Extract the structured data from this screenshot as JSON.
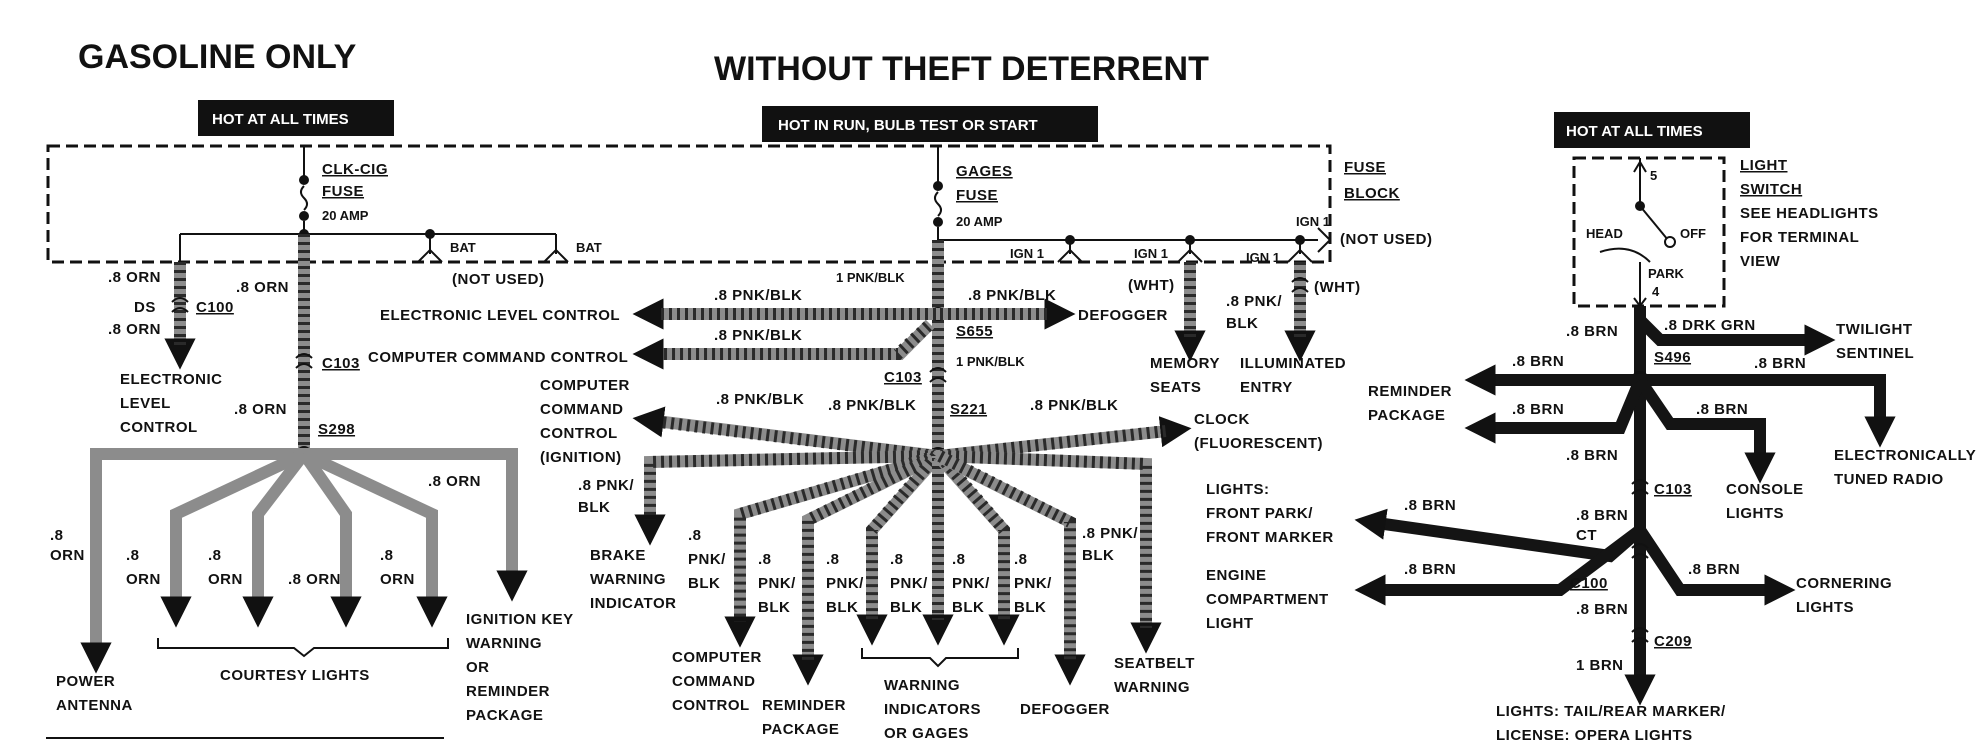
{
  "titles": {
    "left": "GASOLINE ONLY",
    "center": "WITHOUT THEFT DETERRENT"
  },
  "banners": {
    "left": "HOT AT ALL TIMES",
    "center": "HOT IN RUN,  BULB TEST OR START",
    "right": "HOT AT ALL TIMES"
  },
  "fuse_block": {
    "line1": "FUSE",
    "line2": "BLOCK"
  },
  "not_used": "(NOT USED)",
  "fuses": {
    "clk": {
      "name": "CLK-CIG",
      "word": "FUSE",
      "rating": "20 AMP"
    },
    "gages": {
      "name": "GAGES",
      "word": "FUSE",
      "rating": "20 AMP"
    }
  },
  "terminals": {
    "bat": "BAT",
    "ign1": "IGN 1"
  },
  "wht": "(WHT)",
  "light_switch": {
    "title1": "LIGHT",
    "title2": "SWITCH",
    "see1": "SEE HEADLIGHTS",
    "see2": "FOR TERMINAL",
    "see3": "VIEW",
    "pos5": "5",
    "head": "HEAD",
    "off": "OFF",
    "park": "PARK",
    "pos4": "4"
  },
  "wires": {
    "orn8": ".8 ORN",
    "orn8_short": ".8",
    "orn": "ORN",
    "pnkblk8": ".8 PNK/BLK",
    "pnkblk1": "1 PNK/BLK",
    "pnk8": ".8 PNK/",
    "pnk_a": "PNK/",
    "blk": "BLK",
    "brn8": ".8 BRN",
    "brn1": "1 BRN",
    "drkgrn8": ".8 DRK GRN",
    "ds": "DS"
  },
  "connectors": {
    "c100": "C100",
    "c103": "C103",
    "c209": "C209",
    "s298": "S298",
    "s655": "S655",
    "s221": "S221",
    "s496": "S496",
    "ct": "CT"
  },
  "loads": {
    "elc_left": [
      "ELECTRONIC",
      "LEVEL",
      "CONTROL"
    ],
    "power_antenna": [
      "POWER",
      "ANTENNA"
    ],
    "courtesy": "COURTESY LIGHTS",
    "ign_key": [
      "IGNITION KEY",
      "WARNING",
      "OR",
      "REMINDER",
      "PACKAGE"
    ],
    "elc_center": "ELECTRONIC LEVEL CONTROL",
    "ccc_center": "COMPUTER COMMAND CONTROL",
    "ccc_ign": [
      "COMPUTER",
      "COMMAND",
      "CONTROL",
      "(IGNITION)"
    ],
    "defogger_top": "DEFOGGER",
    "memory_seats": [
      "MEMORY",
      "SEATS"
    ],
    "illum_entry": [
      "ILLUMINATED",
      "ENTRY"
    ],
    "clock": [
      "CLOCK",
      "(FLUORESCENT)"
    ],
    "brake": [
      "BRAKE",
      "WARNING",
      "INDICATOR"
    ],
    "ccc_bottom": [
      "COMPUTER",
      "COMMAND",
      "CONTROL"
    ],
    "reminder_bottom": [
      "REMINDER",
      "PACKAGE"
    ],
    "warning_ind": [
      "WARNING",
      "INDICATORS",
      "OR GAGES"
    ],
    "defogger_bottom": "DEFOGGER",
    "seatbelt": [
      "SEATBELT",
      "WARNING"
    ],
    "twilight": [
      "TWILIGHT",
      "SENTINEL"
    ],
    "reminder_right": [
      "REMINDER",
      "PACKAGE"
    ],
    "etr": [
      "ELECTRONICALLY",
      "TUNED RADIO"
    ],
    "console": [
      "CONSOLE",
      "LIGHTS"
    ],
    "front_park": [
      "LIGHTS:",
      "FRONT PARK/",
      "FRONT MARKER"
    ],
    "engine_comp": [
      "ENGINE",
      "COMPARTMENT",
      "LIGHT"
    ],
    "cornering": [
      "CORNERING",
      "LIGHTS"
    ],
    "tail": [
      "LIGHTS: TAIL/REAR MARKER/",
      "LICENSE: OPERA LIGHTS"
    ]
  }
}
